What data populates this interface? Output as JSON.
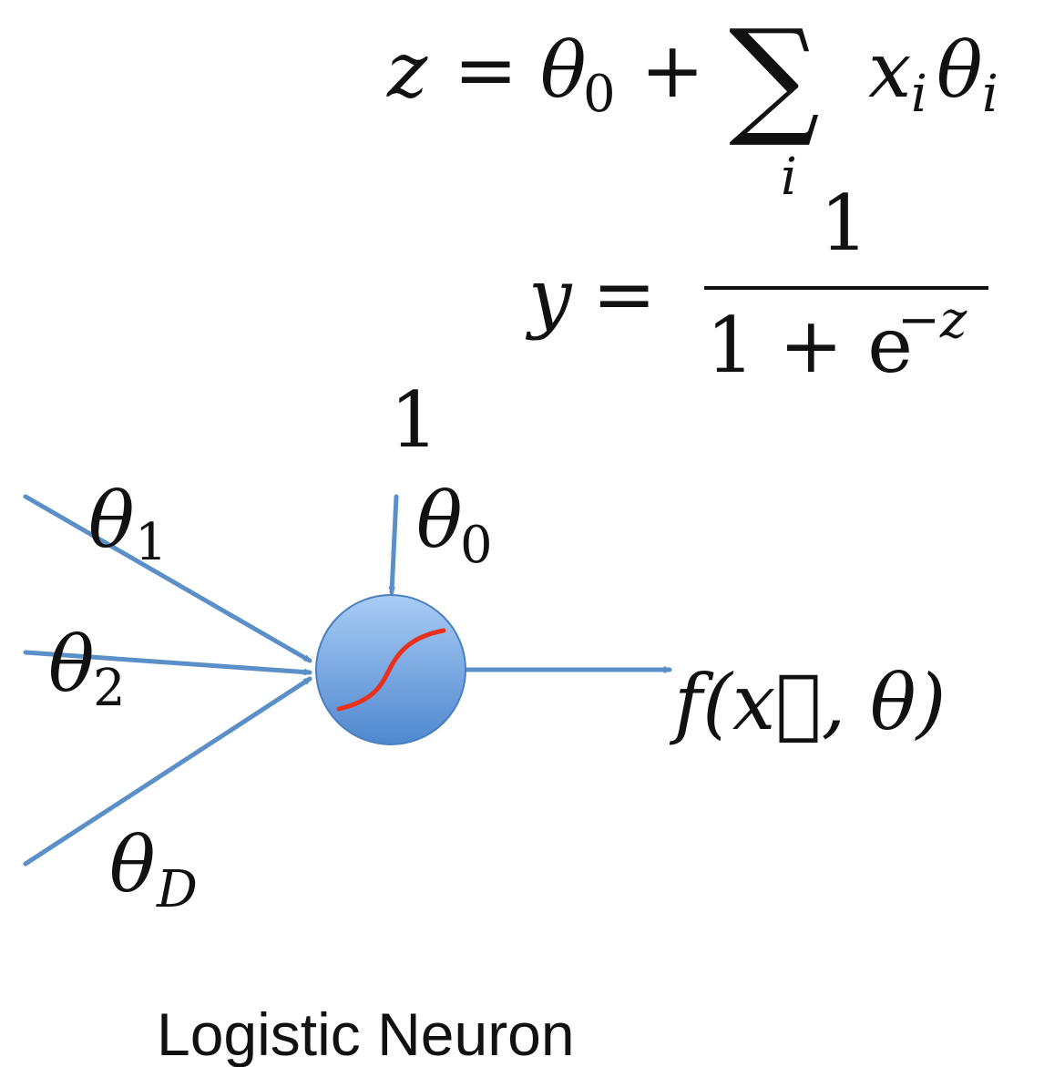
{
  "equations": {
    "z_lhs": "z",
    "eq": "=",
    "theta0_base": "θ",
    "theta0_sub": "0",
    "plus": "+",
    "sum_symbol": "∑",
    "sum_index": "i",
    "x_base": "x",
    "x_sub": "i",
    "theta_base": "θ",
    "theta_sub": "i",
    "y_lhs": "y",
    "numerator": "1",
    "denominator_main": "1 + e",
    "denominator_sup": "−z"
  },
  "neuron": {
    "bias_input": "1",
    "theta0_base": "θ",
    "theta0_sub": "0",
    "theta1_base": "θ",
    "theta1_sub": "1",
    "theta2_base": "θ",
    "theta2_sub": "2",
    "thetaD_base": "θ",
    "thetaD_sub": "D",
    "output": "f(x⃗, θ)",
    "colors": {
      "arrow": "#5a8fc7",
      "node_top": "#a9ccf5",
      "node_bottom": "#4f88cf",
      "node_stroke": "#4a7fbf",
      "sigmoid": "#e8321e"
    }
  },
  "caption": "Logistic Neuron"
}
